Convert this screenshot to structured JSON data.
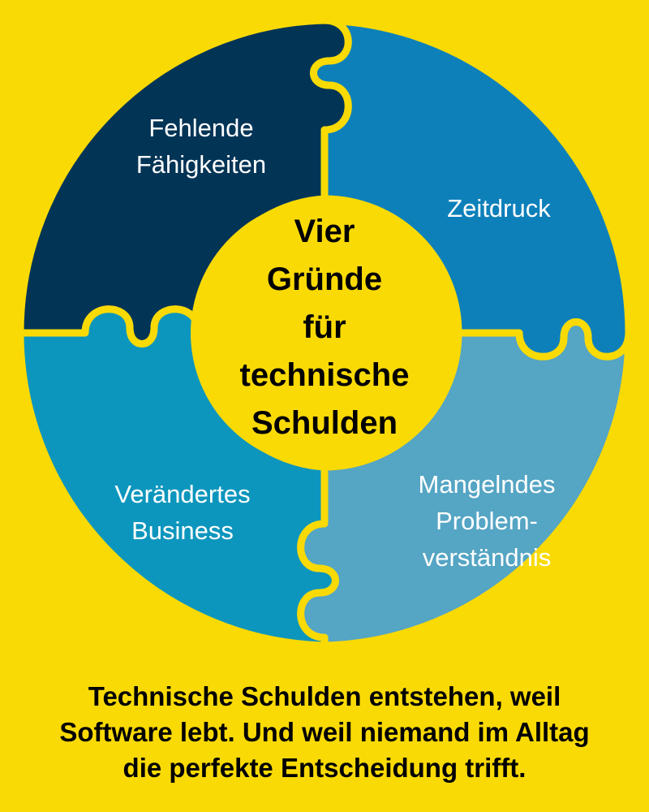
{
  "colors": {
    "background": "#FADA05",
    "center_fill": "#FADA05",
    "outline": "#FADA05",
    "piece_top_left": "#023456",
    "piece_top_right": "#0D80BA",
    "piece_bottom_left": "#0D96BD",
    "piece_bottom_right": "#55A5C4",
    "piece_label_text": "#FFFFFF",
    "center_text": "#000000",
    "caption_text": "#000000"
  },
  "center": {
    "lines": [
      "Vier",
      "Gründe",
      "für",
      "technische",
      "Schulden"
    ],
    "full_text": "Vier Gründe für technische Schulden"
  },
  "pieces": [
    {
      "id": "fehlende-faehigkeiten",
      "color": "#023456",
      "position": "top-left",
      "lines": [
        "Fehlende",
        "Fähigkeiten"
      ],
      "full_text": "Fehlende Fähigkeiten"
    },
    {
      "id": "zeitdruck",
      "color": "#0D80BA",
      "position": "top-right",
      "lines": [
        "Zeitdruck"
      ],
      "full_text": "Zeitdruck"
    },
    {
      "id": "veraendertes-business",
      "color": "#0D96BD",
      "position": "bottom-left",
      "lines": [
        "Verändertes",
        "Business"
      ],
      "full_text": "Verändertes Business"
    },
    {
      "id": "mangelndes-problemverstaendnis",
      "color": "#55A5C4",
      "position": "bottom-right",
      "lines": [
        "Mangelndes",
        "Problem-",
        "verständnis"
      ],
      "full_text": "Mangelndes Problemverständnis"
    }
  ],
  "caption": {
    "lines": [
      "Technische Schulden entstehen, weil",
      "Software lebt. Und weil niemand im Alltag",
      "die perfekte Entscheidung trifft."
    ],
    "full_text": "Technische Schulden entstehen, weil Software lebt. Und weil niemand im Alltag die perfekte Entscheidung trifft."
  }
}
